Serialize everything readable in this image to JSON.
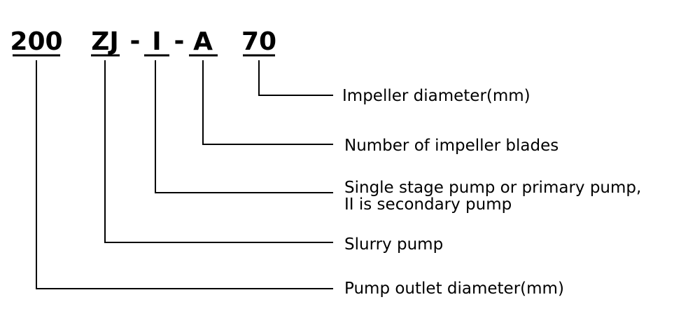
{
  "model_code": {
    "segments": [
      {
        "id": "outlet",
        "text": "200"
      },
      {
        "id": "type",
        "text": "ZJ"
      },
      {
        "id": "stage",
        "text": "I"
      },
      {
        "id": "blades",
        "text": "A"
      },
      {
        "id": "impeller",
        "text": "70"
      }
    ],
    "separator": "-"
  },
  "labels": {
    "impeller": "Impeller diameter(mm)",
    "blades": "Number of impeller blades",
    "stage_line1": "Single stage pump or primary pump,",
    "stage_line2": "II is secondary pump",
    "type": "Slurry pump",
    "outlet": "Pump outlet diameter(mm)"
  },
  "colors": {
    "ink": "#000000",
    "background": "#ffffff"
  }
}
